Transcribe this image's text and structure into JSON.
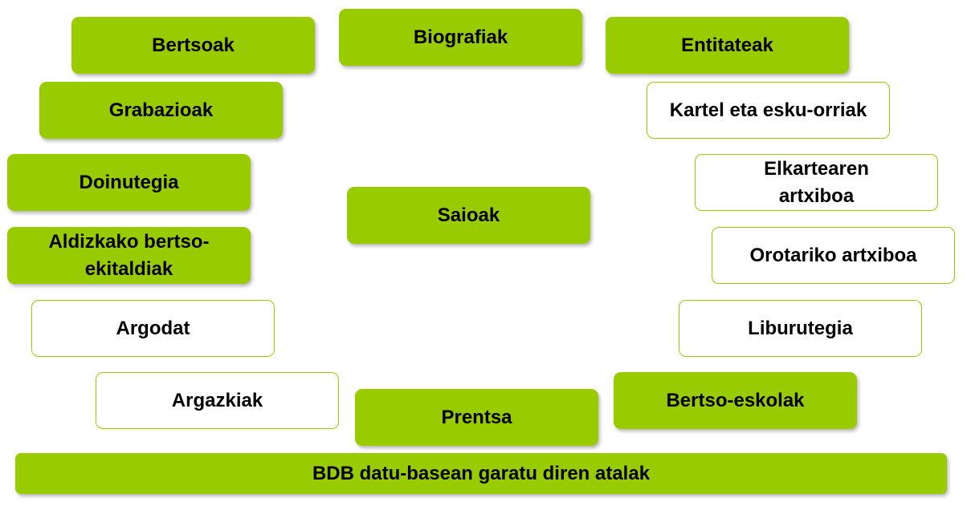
{
  "colors": {
    "filled": "#99cc00",
    "outline": "#99cc00",
    "text": "#000000"
  },
  "boxes": {
    "bertsoak": "Bertsoak",
    "biografiak": "Biografiak",
    "entitateak": "Entitateak",
    "grabazioak": "Grabazioak",
    "kartel": "Kartel eta esku-orriak",
    "doinutegia": "Doinutegia",
    "elkartearen": "Elkartearen artxiboa",
    "saioak": "Saioak",
    "aldizkako": "Aldizkako bertso-ekitaldiak",
    "orotariko": "Orotariko artxiboa",
    "argodat": "Argodat",
    "liburutegia": "Liburutegia",
    "argazkiak": "Argazkiak",
    "prentsa": "Prentsa",
    "bertso_eskolak": "Bertso-eskolak"
  },
  "footer": "BDB datu-basean garatu diren atalak"
}
